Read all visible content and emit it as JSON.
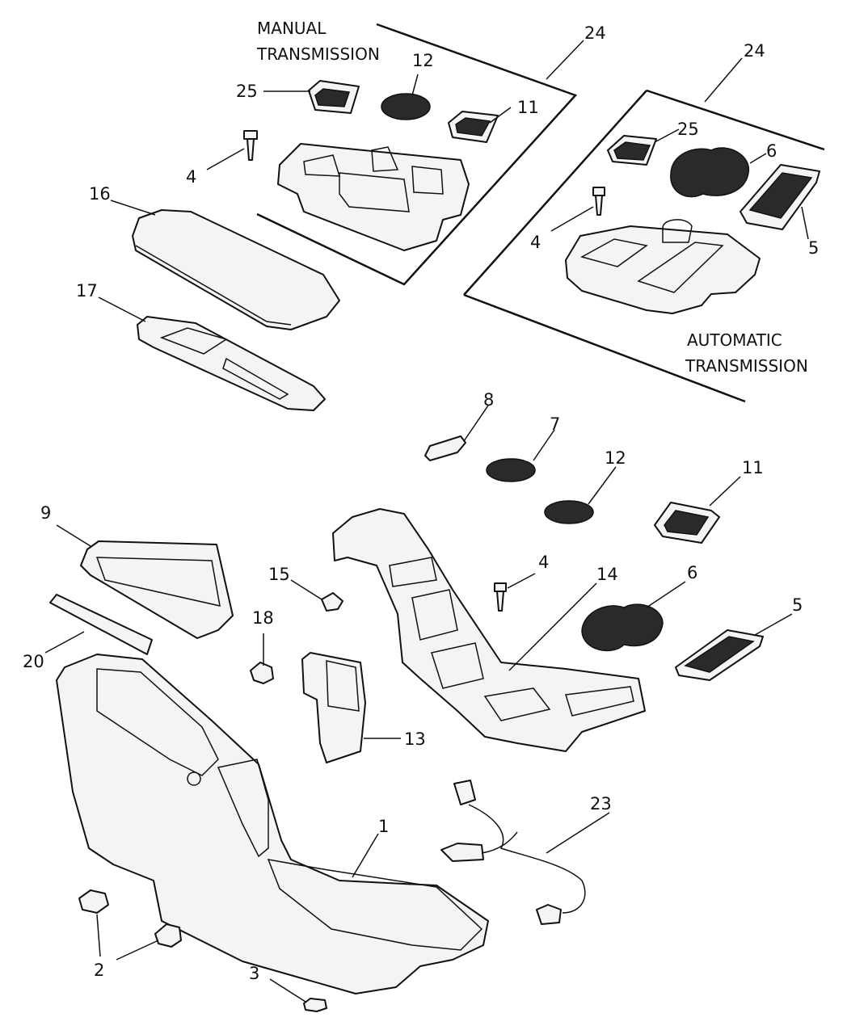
{
  "headings": {
    "manual": [
      "MANUAL",
      "TRANSMISSION"
    ],
    "automatic": [
      "AUTOMATIC",
      "TRANSMISSION"
    ]
  },
  "callouts": [
    "24",
    "12",
    "25",
    "11",
    "4",
    "16",
    "17",
    "24",
    "25",
    "6",
    "4",
    "5",
    "8",
    "7",
    "12",
    "11",
    "9",
    "15",
    "4",
    "14",
    "6",
    "5",
    "20",
    "18",
    "13",
    "23",
    "1",
    "2",
    "3"
  ]
}
